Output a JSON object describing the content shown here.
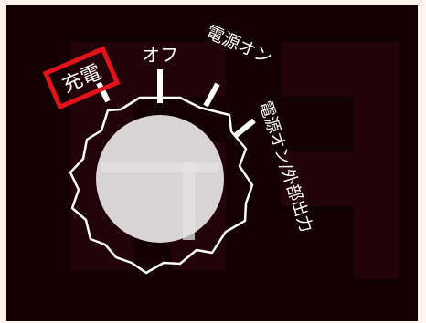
{
  "dial": {
    "positions": [
      {
        "id": "charge",
        "label": "充電",
        "selected": true
      },
      {
        "id": "off",
        "label": "オフ"
      },
      {
        "id": "power-on",
        "label": "電源オン"
      },
      {
        "id": "power-on-external",
        "label": "電源オン/外部出力"
      }
    ]
  },
  "colors": {
    "background": "#120002",
    "dial_outline": "#ffffff",
    "knob": "#d9d4d6",
    "selected_frame": "#e0141a",
    "watermark": "#22030a"
  },
  "icons": {
    "knob": "rotary-knob-icon"
  }
}
